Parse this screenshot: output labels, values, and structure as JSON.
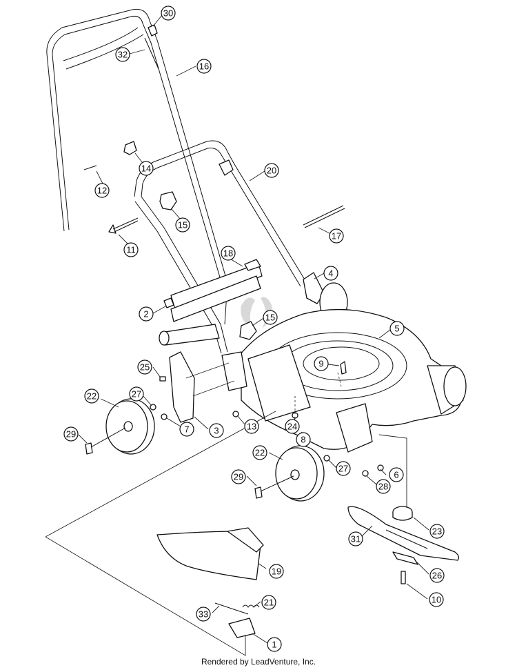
{
  "footer_text": "Rendered by LeadVenture, Inc.",
  "callouts": [
    {
      "id": "c30",
      "label": "30"
    },
    {
      "id": "c32",
      "label": "32"
    },
    {
      "id": "c16",
      "label": "16"
    },
    {
      "id": "c14",
      "label": "14"
    },
    {
      "id": "c12",
      "label": "12"
    },
    {
      "id": "c20",
      "label": "20"
    },
    {
      "id": "c15a",
      "label": "15"
    },
    {
      "id": "c17",
      "label": "17"
    },
    {
      "id": "c11",
      "label": "11"
    },
    {
      "id": "c18",
      "label": "18"
    },
    {
      "id": "c4",
      "label": "4"
    },
    {
      "id": "c2",
      "label": "2"
    },
    {
      "id": "c15b",
      "label": "15"
    },
    {
      "id": "c5",
      "label": "5"
    },
    {
      "id": "c9",
      "label": "9"
    },
    {
      "id": "c25",
      "label": "25"
    },
    {
      "id": "c22a",
      "label": "22"
    },
    {
      "id": "c27a",
      "label": "27"
    },
    {
      "id": "c24",
      "label": "24"
    },
    {
      "id": "c13",
      "label": "13"
    },
    {
      "id": "c7",
      "label": "7"
    },
    {
      "id": "c3",
      "label": "3"
    },
    {
      "id": "c8",
      "label": "8"
    },
    {
      "id": "c29a",
      "label": "29"
    },
    {
      "id": "c22b",
      "label": "22"
    },
    {
      "id": "c27b",
      "label": "27"
    },
    {
      "id": "c6",
      "label": "6"
    },
    {
      "id": "c29b",
      "label": "29"
    },
    {
      "id": "c28",
      "label": "28"
    },
    {
      "id": "c23",
      "label": "23"
    },
    {
      "id": "c31",
      "label": "31"
    },
    {
      "id": "c19",
      "label": "19"
    },
    {
      "id": "c26",
      "label": "26"
    },
    {
      "id": "c10",
      "label": "10"
    },
    {
      "id": "c21",
      "label": "21"
    },
    {
      "id": "c33",
      "label": "33"
    },
    {
      "id": "c1",
      "label": "1"
    }
  ]
}
